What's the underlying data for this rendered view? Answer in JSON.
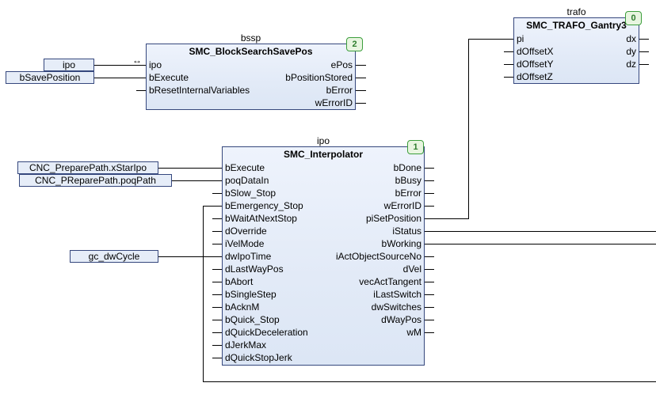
{
  "colors": {
    "background": "#ffffff",
    "block_fill": "#e2eaf7",
    "block_border": "#35477d",
    "badge_fill": "#e8f5e0",
    "badge_border": "#3c9e3c",
    "badge_text": "#2e7d2e",
    "wire": "#000000",
    "text": "#000000"
  },
  "blocks": [
    {
      "instance": "bssp",
      "title": "SMC_BlockSearchSavePos",
      "badge": "2",
      "inout_marker": "↔",
      "inputs": [
        "ipo",
        "bExecute",
        "bResetInternalVariables",
        ""
      ],
      "outputs": [
        "ePos",
        "bPositionStored",
        "bError",
        "wErrorID"
      ]
    },
    {
      "instance": "ipo",
      "title": "SMC_Interpolator",
      "badge": "1",
      "inputs": [
        "bExecute",
        "poqDataIn",
        "bSlow_Stop",
        "bEmergency_Stop",
        "bWaitAtNextStop",
        "dOverride",
        "iVelMode",
        "dwIpoTime",
        "dLastWayPos",
        "bAbort",
        "bSingleStep",
        "bAcknM",
        "bQuick_Stop",
        "dQuickDeceleration",
        "dJerkMax",
        "dQuickStopJerk"
      ],
      "outputs": [
        "bDone",
        "bBusy",
        "bError",
        "wErrorID",
        "piSetPosition",
        "iStatus",
        "bWorking",
        "iActObjectSourceNo",
        "dVel",
        "vecActTangent",
        "iLastSwitch",
        "dwSwitches",
        "dWayPos",
        "wM",
        "",
        ""
      ]
    },
    {
      "instance": "trafo",
      "title": "SMC_TRAFO_Gantry3",
      "badge": "0",
      "inputs": [
        "pi",
        "dOffsetX",
        "dOffsetY",
        "dOffsetZ"
      ],
      "outputs": [
        "dx",
        "dy",
        "dz",
        ""
      ]
    }
  ],
  "variables": [
    {
      "label": "ipo"
    },
    {
      "label": "bSavePosition"
    },
    {
      "label": "CNC_PreparePath.xStarIpo"
    },
    {
      "label": "CNC_PReparePath.poqPath"
    },
    {
      "label": "gc_dwCycle"
    }
  ]
}
